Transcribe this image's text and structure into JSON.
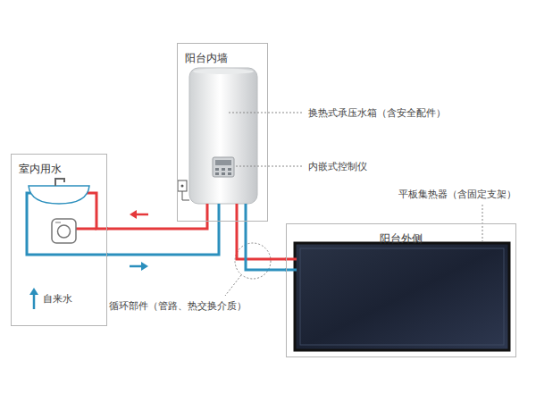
{
  "diagram": {
    "nodes": [
      {
        "text": [
          "阳台内墙"
        ]
      },
      {
        "text": [
          "室内用水"
        ]
      },
      {
        "text": [
          "阳台外侧"
        ]
      }
    ],
    "edges": [
      {
        "from": 0,
        "to": 1,
        "arrow": "none"
      },
      {
        "from": 1,
        "to": 0,
        "arrow": "none"
      },
      {
        "from": 0,
        "to": 2,
        "arrow": "none"
      },
      {
        "from": 2,
        "to": 0,
        "arrow": "none"
      }
    ],
    "labels": [
      "换热式承压水箱（含安全配件）",
      "内嵌式控制仪",
      "平板集热器（含固定支架）",
      "循环部件（管路、热交换介质）",
      "自来水"
    ]
  }
}
